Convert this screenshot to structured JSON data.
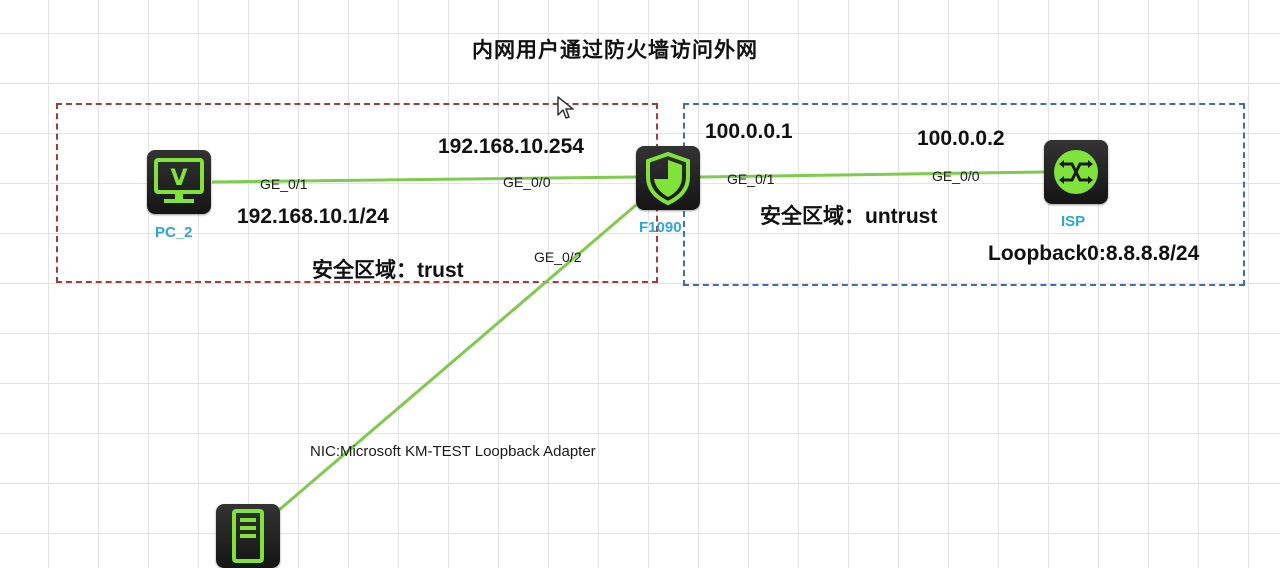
{
  "title": "内网用户通过防火墙访问外网",
  "zones": {
    "trust": {
      "label": "安全区域：trust",
      "color": "#a83a3a"
    },
    "untrust": {
      "label": "安全区域：untrust",
      "color": "#3d6fb0"
    }
  },
  "devices": {
    "pc": {
      "name": "PC_2",
      "ip": "192.168.10.1/24",
      "port": "GE_0/1"
    },
    "firewall": {
      "name": "F1090",
      "port_trust": "GE_0/0",
      "port_untrust": "GE_0/1",
      "port_nic": "GE_0/2",
      "ip_trust": "192.168.10.254",
      "ip_untrust": "100.0.0.1"
    },
    "isp": {
      "name": "ISP",
      "ip": "100.0.0.2",
      "port": "GE_0/0",
      "loopback": "Loopback0:8.8.8.8/24"
    },
    "host": {
      "nic": "NIC:Microsoft KM-TEST Loopback Adapter"
    }
  },
  "colors": {
    "link": "#7ecb4e",
    "device_icon": "#7fe33a",
    "device_label": "#2fa6d8"
  }
}
